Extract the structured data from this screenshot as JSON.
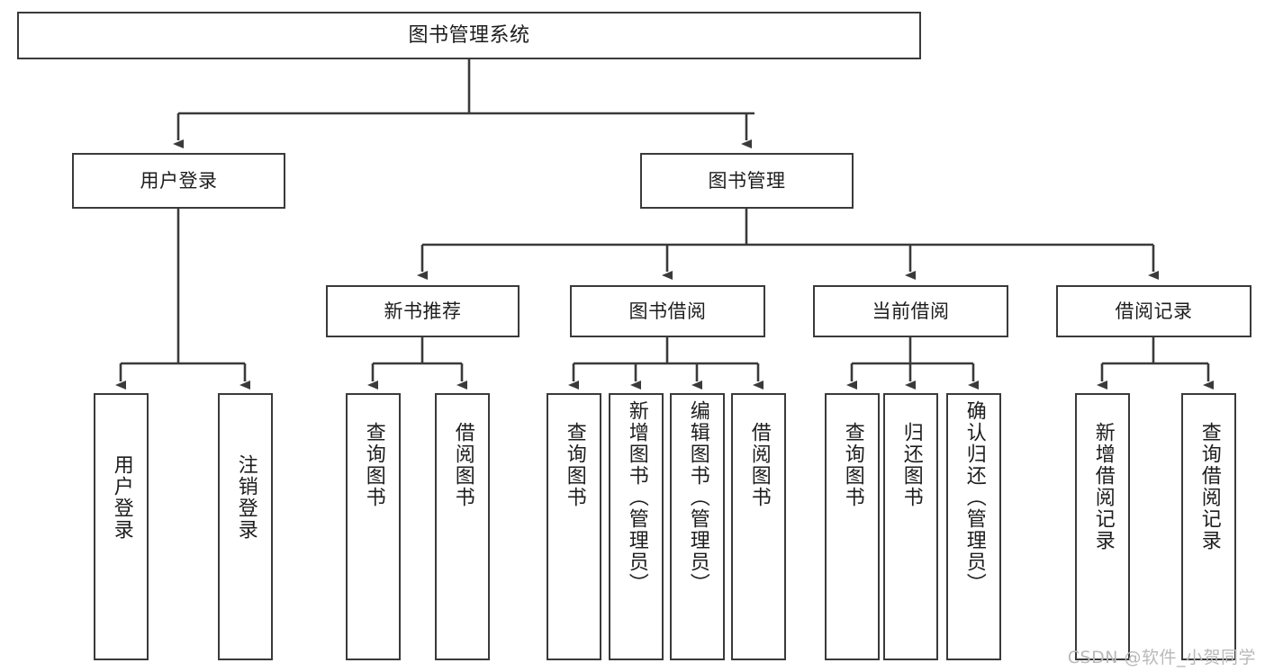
{
  "diagram": {
    "title": "图书管理系统",
    "type": "tree",
    "watermark": "CSDN @软件_小贺同学",
    "colors": {
      "box_border": "#3a3a3a",
      "box_fill": "#ffffff",
      "line": "#3a3a3a",
      "text": "#1d1d1d",
      "watermark": "#b9b9b9"
    },
    "root": {
      "label": "图书管理系统"
    },
    "level2": [
      {
        "id": "user-login",
        "label": "用户登录"
      },
      {
        "id": "book-management",
        "label": "图书管理"
      }
    ],
    "level3": [
      {
        "id": "new-book-recommend",
        "label": "新书推荐"
      },
      {
        "id": "book-borrow",
        "label": "图书借阅"
      },
      {
        "id": "current-borrow",
        "label": "当前借阅"
      },
      {
        "id": "borrow-record",
        "label": "借阅记录"
      }
    ],
    "leaves": {
      "user_login": [
        {
          "id": "leaf-user-login",
          "label": "用户登录"
        },
        {
          "id": "leaf-logout-login",
          "label": "注销登录"
        }
      ],
      "new_book_recommend": [
        {
          "id": "leaf-query-book-1",
          "label": "查询图书"
        },
        {
          "id": "leaf-borrow-book-1",
          "label": "借阅图书"
        }
      ],
      "book_borrow": [
        {
          "id": "leaf-query-book-2",
          "label": "查询图书"
        },
        {
          "id": "leaf-add-book",
          "label": "新增图书（管理员）"
        },
        {
          "id": "leaf-edit-book",
          "label": "编辑图书（管理员）"
        },
        {
          "id": "leaf-borrow-book-2",
          "label": "借阅图书"
        }
      ],
      "current_borrow": [
        {
          "id": "leaf-query-book-3",
          "label": "查询图书"
        },
        {
          "id": "leaf-return-book",
          "label": "归还图书"
        },
        {
          "id": "leaf-confirm-return",
          "label": "确认归还（管理员）"
        }
      ],
      "borrow_record": [
        {
          "id": "leaf-add-record",
          "label": "新增借阅记录"
        },
        {
          "id": "leaf-query-record",
          "label": "查询借阅记录"
        }
      ]
    }
  }
}
